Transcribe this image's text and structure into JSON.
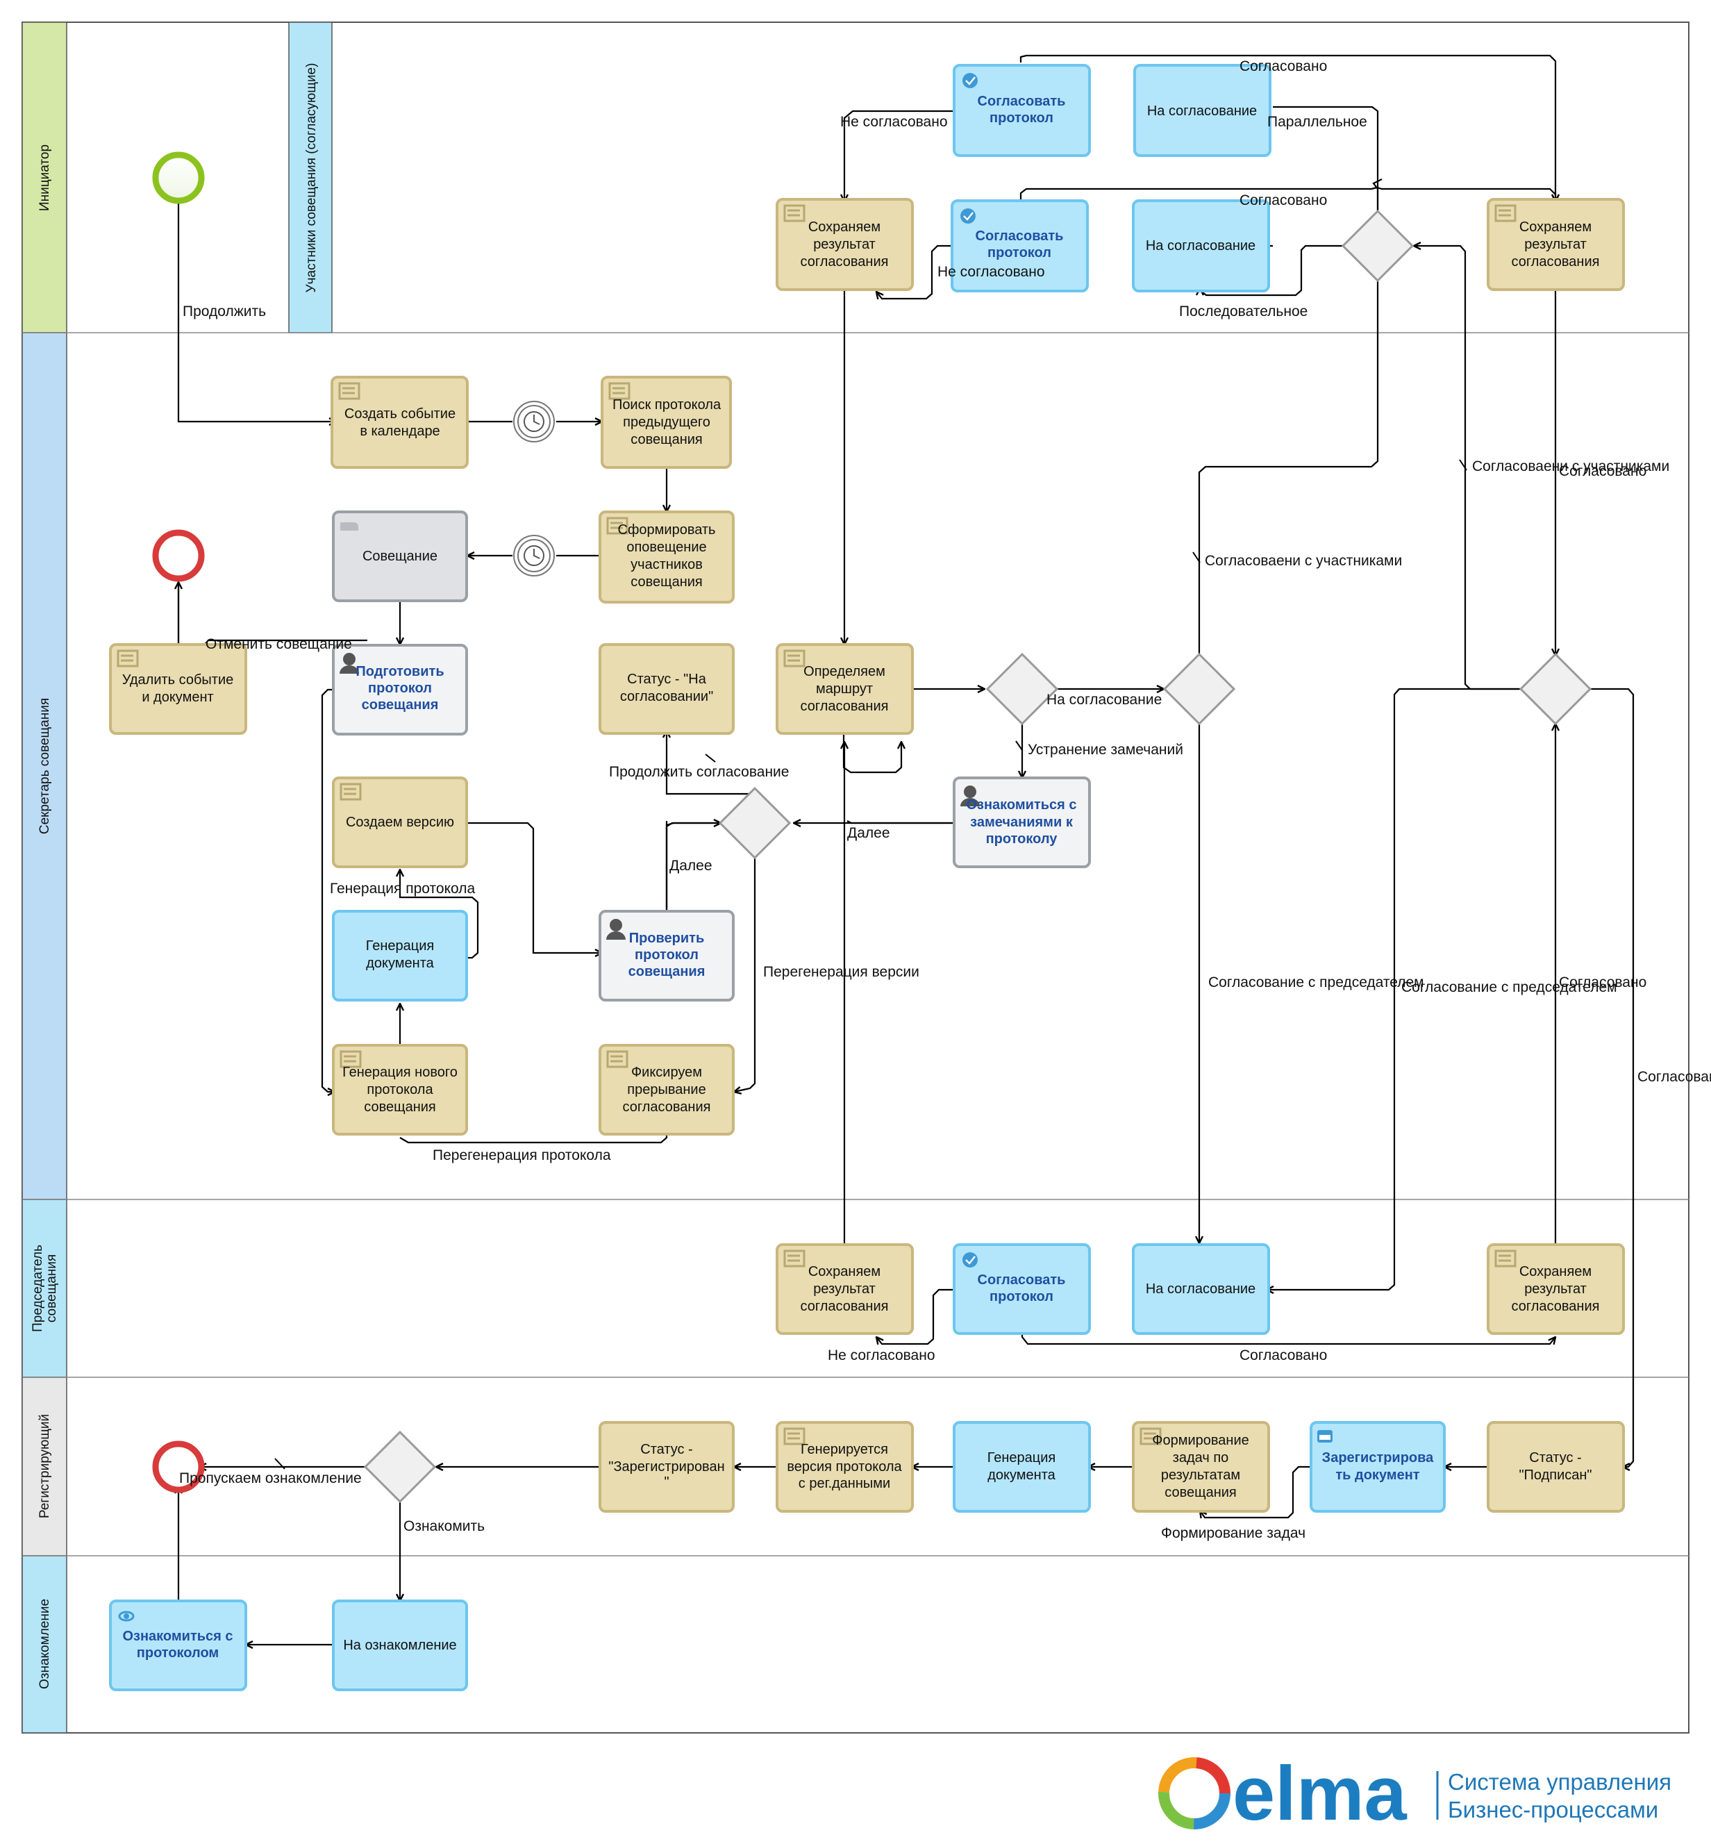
{
  "lanes": {
    "initiator": "Инициатор",
    "participants": "Участники совещания (согласующие)",
    "secretary": "Секретарь совещания",
    "chairman": "Председатель совещания",
    "registrar": "Регистрирующий",
    "familiarization": "Ознакомление"
  },
  "tasks": {
    "agree_protocol_1": "Согласовать протокол",
    "on_approval_1": "На согласование",
    "save_result_1": "Сохраняем результат согласования",
    "agree_protocol_2": "Согласовать протокол",
    "on_approval_2": "На согласование",
    "save_result_2": "Сохраняем результат согласования",
    "create_event": "Создать событие в календаре",
    "search_protocol": "Поиск протокола предыдущего совещания",
    "form_notice": "Сформировать оповещение участников совещания",
    "meeting": "Совещание",
    "delete_event": "Удалить событие и документ",
    "prepare_protocol": "Подготовить протокол совещания",
    "status_on_approval": "Статус - \"На согласовании\"",
    "define_route": "Определяем маршрут согласования",
    "review_remarks": "Ознакомиться с замечаниями к протоколу",
    "create_version": "Создаем версию",
    "check_protocol": "Проверить протокол совещания",
    "doc_generation_1": "Генерация документа",
    "new_protocol_generation": "Генерация нового протокола совещания",
    "fix_interruption": "Фиксируем прерывание согласования",
    "save_result_3": "Сохраняем результат согласования",
    "agree_protocol_3": "Согласовать протокол",
    "on_approval_3": "На согласование",
    "save_result_4": "Сохраняем результат согласования",
    "status_registered": "Статус - \"Зарегистрирован\"",
    "generate_version": "Генерируется версия протокола с рег.данными",
    "doc_generation_2": "Генерация документа",
    "form_tasks": "Формирование задач по результатам совещания",
    "register_doc": "Зарегистрировать документ",
    "status_signed": "Статус - \"Подписан\"",
    "review_protocol": "Ознакомиться с протоколом",
    "to_familiarization": "На ознакомление"
  },
  "flows": {
    "agreed_top": "Согласовано",
    "not_agreed_1": "Не согласовано",
    "parallel": "Параллельное",
    "agreed_2": "Согласовано",
    "not_agreed_2": "Не согласовано",
    "sequential": "Последовательное",
    "continue": "Продолжить",
    "cancel_meeting": "Отменить совещание",
    "agreed_with_participants_1": "Согласоваени с участниками",
    "agreed_with_participants_2": "Согласоваени с участниками",
    "agreed_3": "Согласовано",
    "for_approval": "На согласование",
    "fix_remarks": "Устранение замечаний",
    "continue_approval": "Продолжить согласование",
    "next_1": "Далее",
    "next_2": "Далее",
    "protocol_generation": "Генерация протокола",
    "version_regeneration": "Перегенерация версии",
    "protocol_regeneration": "Перегенерация протокола",
    "approval_with_chairman_1": "Согласование с председателем",
    "approval_with_chairman_2": "Согласование с председателем",
    "agreed_4": "Согласовано",
    "agreed_5": "Согласовано",
    "not_agreed_3": "Не согласовано",
    "agreed_6": "Согласовано",
    "skip_familiarization": "Пропускаем ознакомление",
    "familiarize": "Ознакомить",
    "task_formation": "Формирование задач"
  },
  "logo": {
    "word": "elma",
    "line1": "Система управления",
    "line2": "Бизнес-процессами"
  },
  "colors": {
    "lane_initiator": "#d5e8a8",
    "lane_participants": "#b4e6f8",
    "lane_secretary": "#bcdcf6",
    "lane_chairman": "#b4e6f8",
    "lane_registrar": "#e8e8e8",
    "lane_familiarization": "#b4e6f8",
    "script_task_fill": "#e8dcb0",
    "script_task_border": "#c9b77e",
    "user_task_fill": "#b3e6fb",
    "user_task_border": "#6dc6ef",
    "gateway_fill": "#f0f0f0",
    "start_event": "#8cc21e",
    "end_event": "#d83b3b"
  }
}
